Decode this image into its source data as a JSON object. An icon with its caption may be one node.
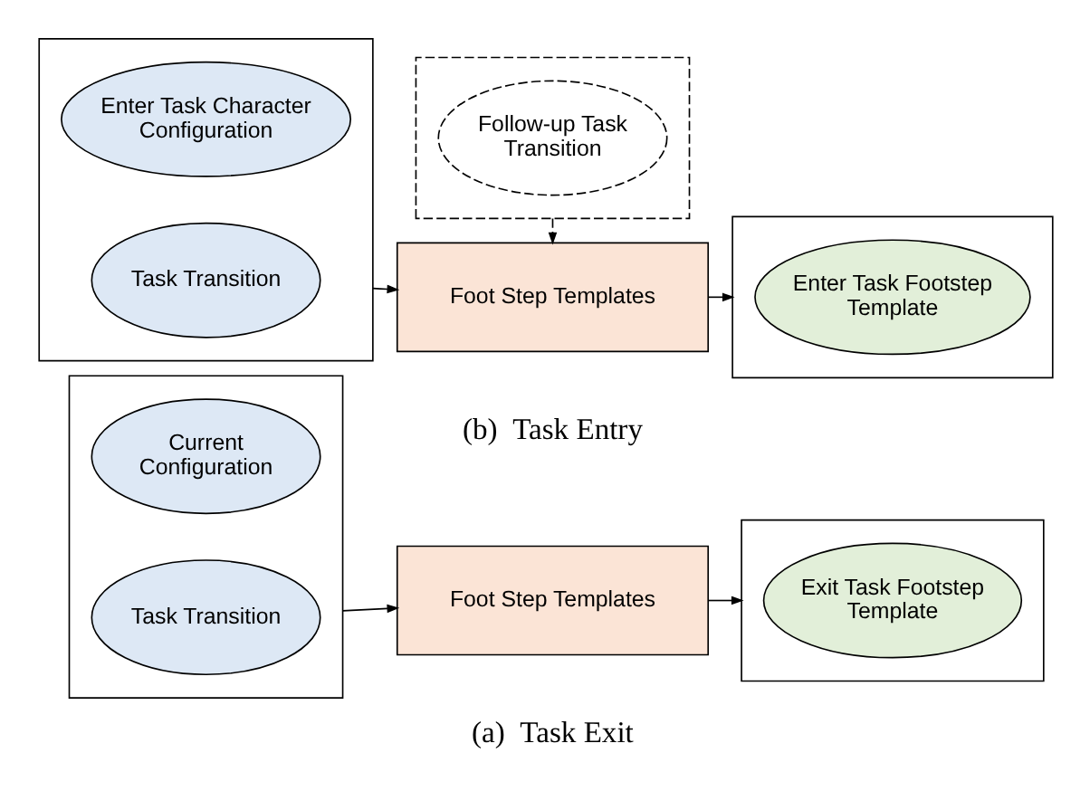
{
  "diagram": {
    "nodes": [
      {
        "text": [],
        "shape": "box"
      },
      {
        "text": [
          "Current Configuration"
        ],
        "in": 0
      },
      {
        "text": [
          "Task Transition"
        ],
        "in": 0
      },
      {
        "text": [
          "Foot Step Templates"
        ]
      },
      {
        "text": [],
        "shape": "box"
      },
      {
        "text": [
          "Exit Task Footstep Template"
        ],
        "in": 4
      },
      {
        "text": [],
        "shape": "box"
      },
      {
        "text": [
          "Enter Task Character Configuration"
        ],
        "in": 6
      },
      {
        "text": [
          "Task Transition"
        ],
        "in": 6
      },
      {
        "text": [],
        "shape": "box"
      },
      {
        "text": [
          "Follow-up Task Transition"
        ],
        "in": 9
      },
      {
        "text": [
          "Foot Step Templates"
        ]
      },
      {
        "text": [],
        "shape": "box"
      },
      {
        "text": [
          "Enter Task Footstep Template"
        ],
        "in": 12
      }
    ],
    "edges": [
      {
        "from": 0,
        "to": 3,
        "arrow": "to"
      },
      {
        "from": 3,
        "to": 4,
        "arrow": "to"
      },
      {
        "from": 6,
        "to": 11,
        "arrow": "to"
      },
      {
        "from": 9,
        "to": 11,
        "arrow": "to",
        "style": "dashed"
      },
      {
        "from": 11,
        "to": 12,
        "arrow": "to"
      }
    ],
    "labels": [
      "(a)  Task Exit",
      "(b)  Task Entry"
    ]
  }
}
